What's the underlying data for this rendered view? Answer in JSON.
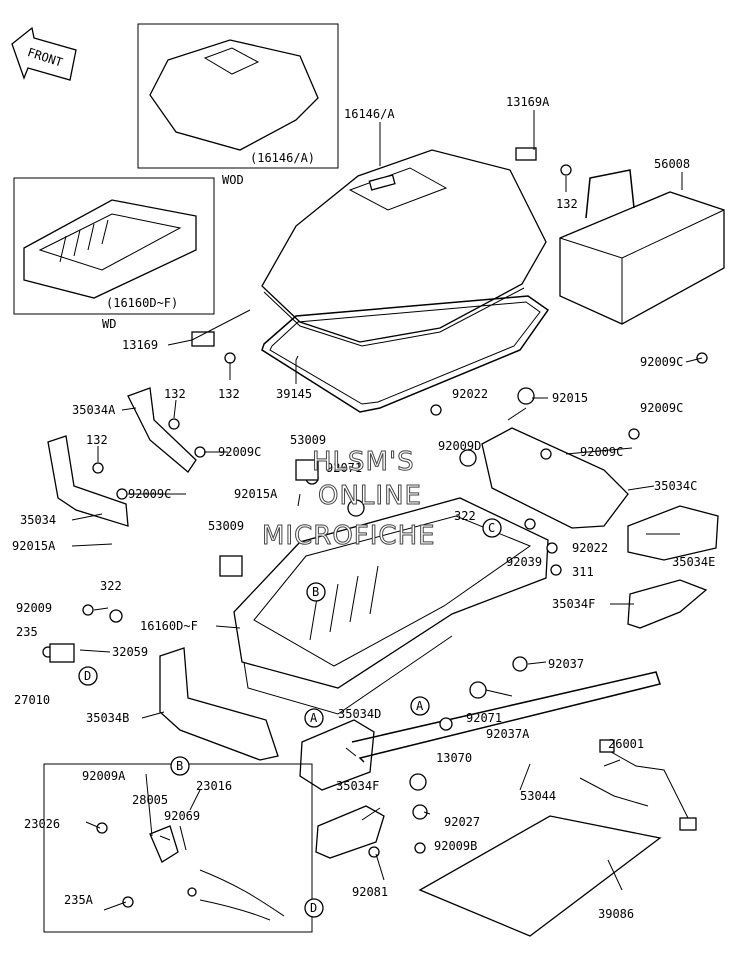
{
  "diagram": {
    "front_label": "FRONT",
    "variant_labels": {
      "wod": "WOD",
      "wd": "WD"
    },
    "inset_captions": {
      "top_case": "(16146/A)",
      "bottom_case": "(16160D~F)"
    },
    "watermark": [
      "HLSM'S",
      "ONLINE",
      "MICROFICHE"
    ],
    "callouts": [
      "A",
      "B",
      "C",
      "D"
    ],
    "part_numbers": [
      "16146/A",
      "13169A",
      "132",
      "56008",
      "13169",
      "132",
      "39145",
      "92009C",
      "92015",
      "92022",
      "92009C",
      "92009D",
      "92009C",
      "35034A",
      "132",
      "132",
      "92009C",
      "53009",
      "92071",
      "92009C",
      "92015A",
      "35034",
      "92015A",
      "35034C",
      "322",
      "92039",
      "92022",
      "311",
      "35034E",
      "53009",
      "322",
      "92009",
      "235",
      "32059",
      "27010",
      "16160D~F",
      "35034F",
      "92037",
      "92071",
      "35034B",
      "35034D",
      "92037A",
      "26001",
      "92009A",
      "23016",
      "28005",
      "23026",
      "92069",
      "13070",
      "53044",
      "35034F",
      "92027",
      "92009B",
      "235A",
      "92081",
      "39086"
    ]
  }
}
